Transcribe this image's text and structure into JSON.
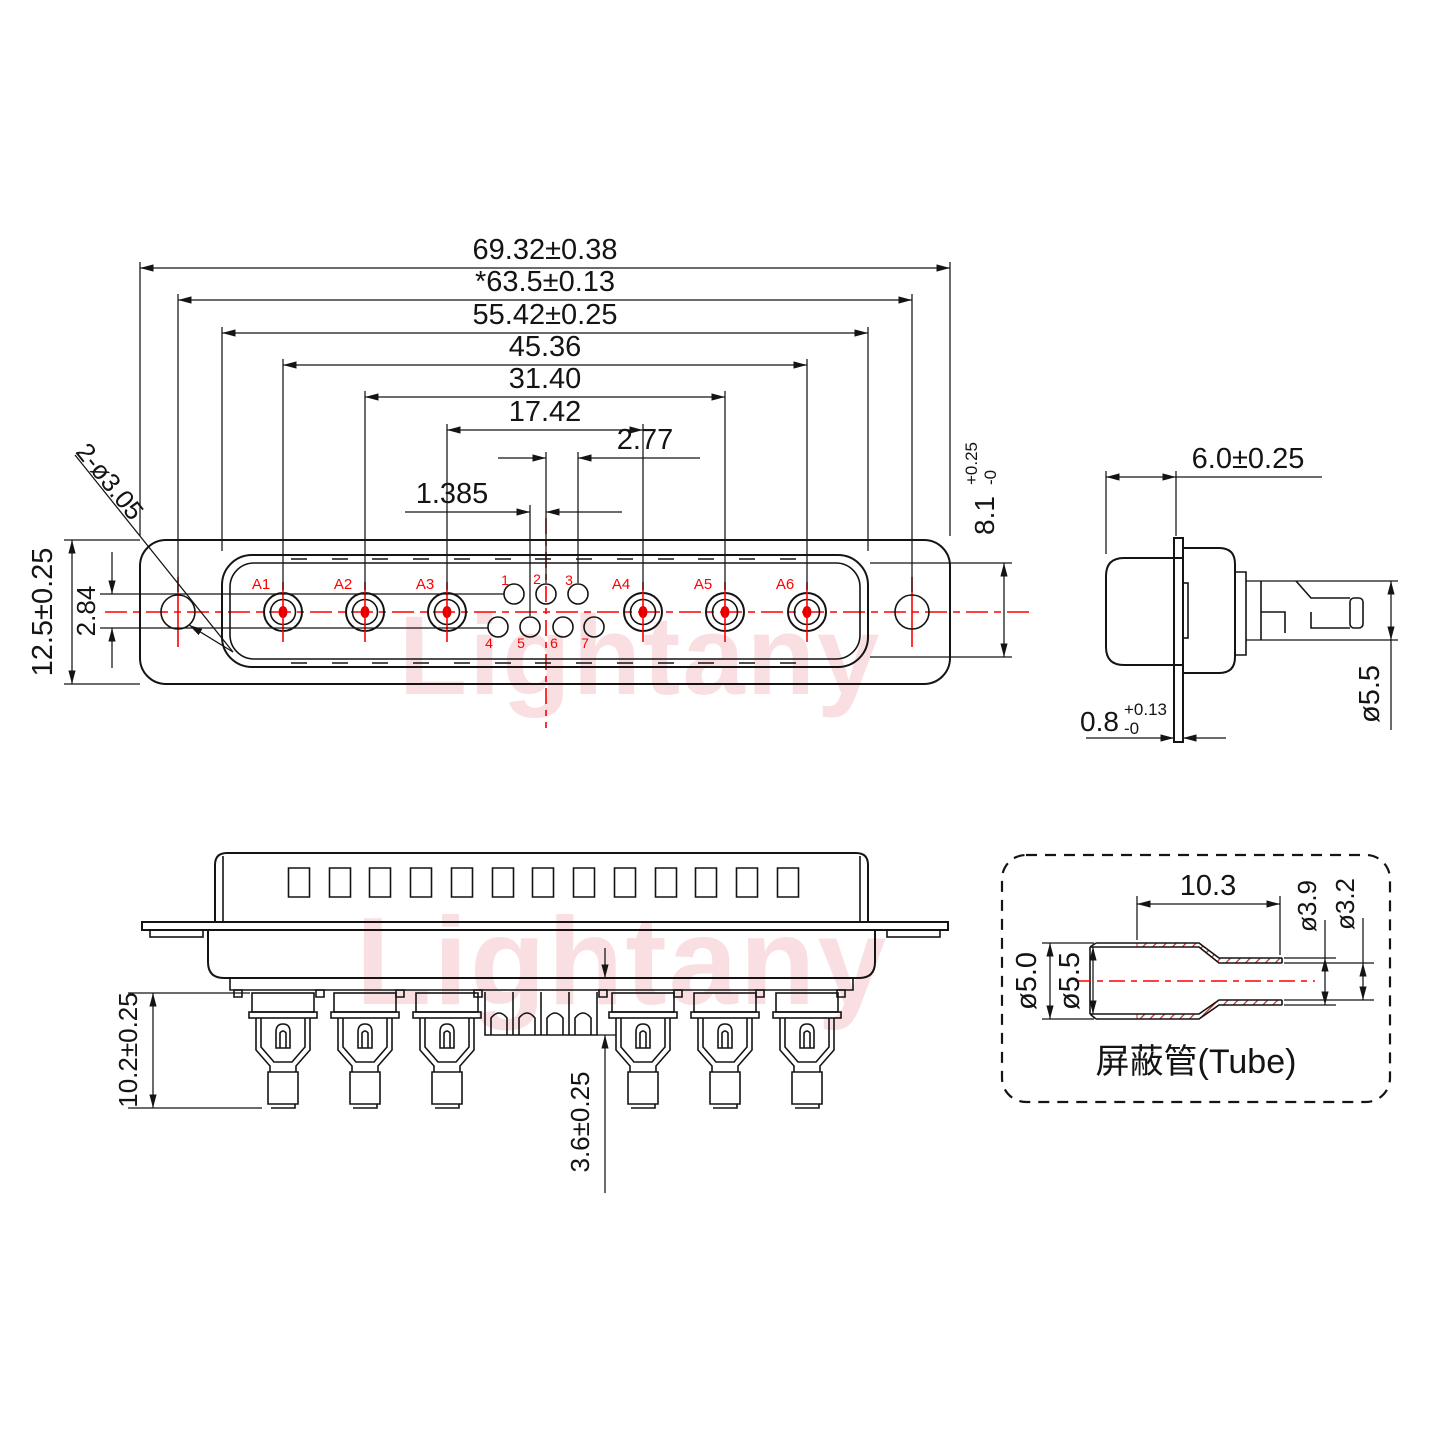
{
  "watermark": {
    "text": "Lightany"
  },
  "front_view": {
    "coax_pin_labels": [
      "A1",
      "A2",
      "A3",
      "A4",
      "A5",
      "A6"
    ],
    "signal_pin_labels": [
      "1",
      "2",
      "3",
      "4",
      "5",
      "6",
      "7"
    ],
    "dims": {
      "overall_width": "69.32±0.38",
      "mount_hole_spacing": "*63.5±0.13",
      "shell_width": "55.42±0.25",
      "coax_outer_span": "45.36",
      "coax_mid_span": "31.40",
      "coax_inner_span": "17.42",
      "signal_pitch": "2.77",
      "signal_half_pitch": "1.385",
      "flange_height": "12.5±0.25",
      "row_spacing": "2.84",
      "mount_hole_dia": "2-ø3.05",
      "shell_height": "8.1",
      "shell_height_tol_upper": "+0.25",
      "shell_height_tol_lower": "-0"
    }
  },
  "side_view": {
    "dims": {
      "shell_depth": "6.0±0.25",
      "flange_thickness": "0.8",
      "flange_tol_upper": "+0.13",
      "flange_tol_lower": "-0",
      "contact_dia": "ø5.5"
    }
  },
  "bottom_view": {
    "dims": {
      "pin_length": "10.2±0.25",
      "signal_pin_length": "3.6±0.25"
    }
  },
  "tube_view": {
    "label": "屏蔽管(Tube)",
    "dims": {
      "sleeve_length": "10.3",
      "tail_od": "ø3.9",
      "tail_id": "ø3.2",
      "mouth_id": "ø5.0",
      "body_id": "ø5.5"
    }
  }
}
